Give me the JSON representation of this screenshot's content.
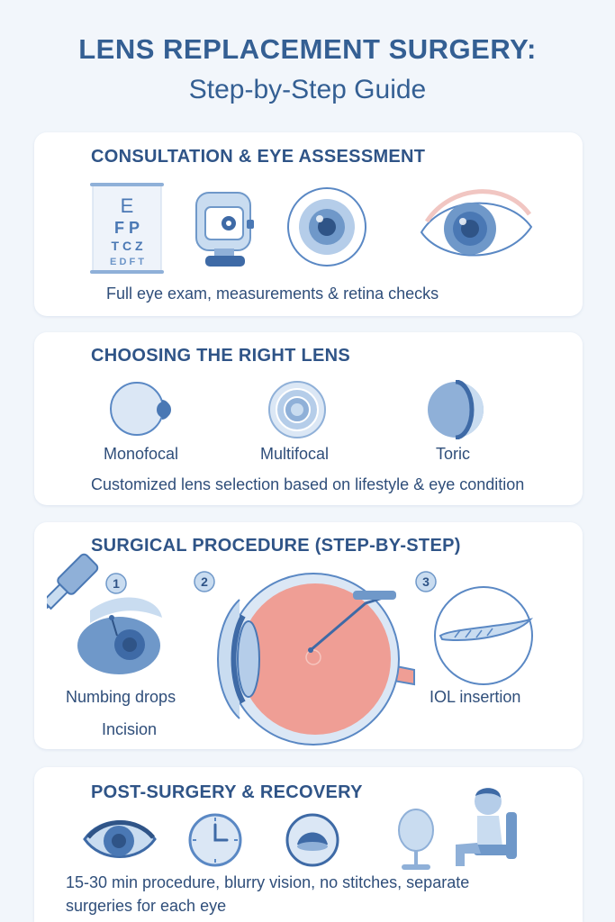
{
  "header": {
    "title": "LENS REPLACEMENT SURGERY:",
    "subtitle": "Step-by-Step Guide"
  },
  "colors": {
    "primary": "#2f5487",
    "accent": "#5a88c4",
    "light_blue": "#c9dcf0",
    "eye_pink": "#ef9e95",
    "background": "#f2f6fb"
  },
  "sections": {
    "consultation": {
      "title": "CONSULTATION & EYE ASSESSMENT",
      "eye_chart_rows": [
        "E",
        "F P",
        "T C Z",
        "E D F T"
      ],
      "icons": [
        "eye-chart-icon",
        "eye-scanner-icon",
        "iris-icon",
        "eye-icon"
      ],
      "caption": "Full eye exam, measurements & retina checks"
    },
    "lens_choice": {
      "title": "CHOOSING THE RIGHT LENS",
      "lenses": [
        "Monofocal",
        "Multifocal",
        "Toric"
      ],
      "caption": "Customized lens selection based on lifestyle & eye condition"
    },
    "procedure": {
      "title": "SURGICAL PROCEDURE (STEP-BY-STEP)",
      "steps": [
        {
          "number": "1",
          "label": "Numbing drops"
        },
        {
          "number": "2",
          "label": "Incision"
        },
        {
          "number": "3",
          "label": "IOL insertion"
        }
      ]
    },
    "recovery": {
      "title": "POST-SURGERY & RECOVERY",
      "icons": [
        "eye-icon",
        "clock-icon",
        "eye-shield-icon",
        "mirror-icon",
        "seated-person-icon"
      ],
      "caption_line1": "15-30 min procedure, blurry vision, no stitches, separate",
      "caption_line2": "surgeries for each eye"
    }
  }
}
